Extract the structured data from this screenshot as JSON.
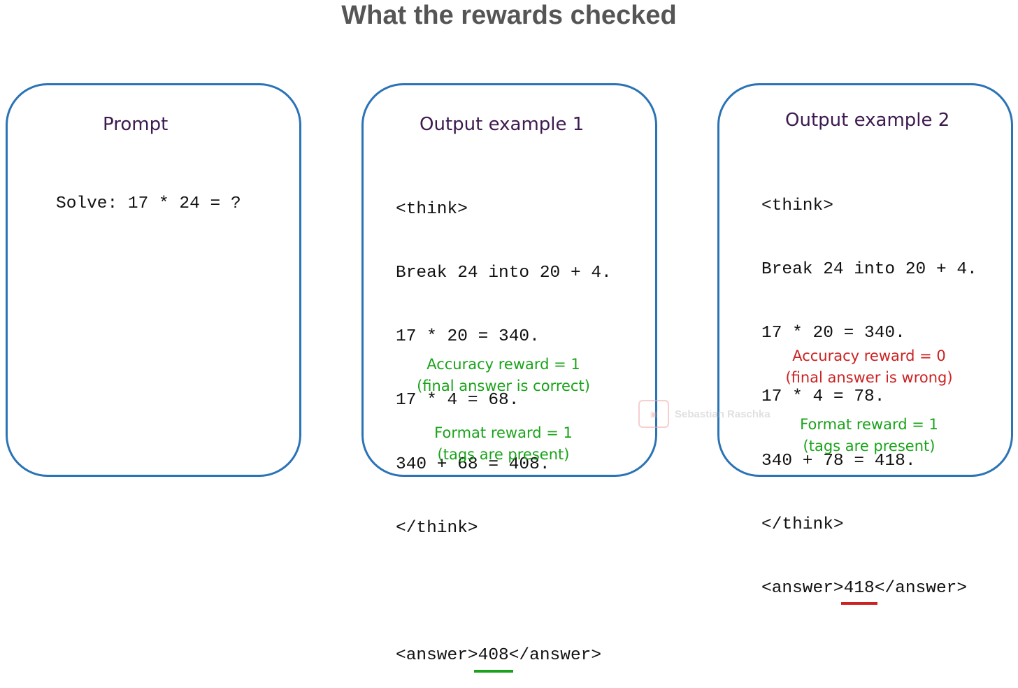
{
  "title": "What the rewards checked",
  "colors": {
    "panel_border": "#2a73b6",
    "heading": "#3d1a4f",
    "correct": "#1aa31a",
    "wrong": "#cc2222",
    "title": "#555555"
  },
  "prompt_panel": {
    "heading": "Prompt",
    "text": "Solve: 17 * 24 = ?"
  },
  "output1": {
    "heading": "Output example 1",
    "lines": [
      "<think>",
      "Break 24 into 20 + 4.",
      "17 * 20 = 340.",
      "17 * 4 = 68.",
      "340 + 68 = 408.",
      "</think>"
    ],
    "answer_open": "<answer>",
    "answer_value": "408",
    "answer_close": "</answer>",
    "accuracy_reward": "Accuracy reward = 1",
    "accuracy_note": "(final answer is correct)",
    "format_reward": "Format reward = 1",
    "format_note": "(tags are present)"
  },
  "output2": {
    "heading": "Output example 2",
    "lines": [
      "<think>",
      "Break 24 into 20 + 4.",
      "17 * 20 = 340.",
      "17 * 4 = 78.",
      "340 + 78 = 418.",
      "</think>"
    ],
    "answer_open": "<answer>",
    "answer_value": "418",
    "answer_close": "</answer>",
    "accuracy_reward": "Accuracy reward = 0",
    "accuracy_note": "(final answer is wrong)",
    "format_reward": "Format reward = 1",
    "format_note": "(tags are present)"
  },
  "watermark": {
    "text": "Sebastian Raschka",
    "icon": "seal-stamp-icon"
  }
}
